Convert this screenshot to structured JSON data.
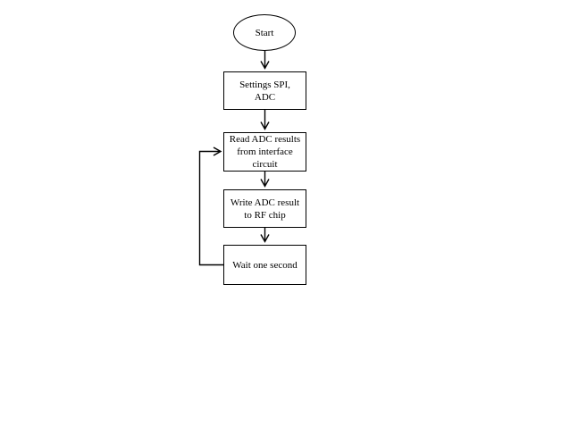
{
  "colors": {
    "line": "#000000",
    "text": "#000000",
    "background": "#ffffff"
  },
  "diagram": {
    "type": "flowchart",
    "nodes": {
      "start": {
        "shape": "ellipse",
        "label": "Start"
      },
      "settings": {
        "shape": "rect",
        "label": "Settings SPI,\nADC"
      },
      "read": {
        "shape": "rect",
        "label": "Read ADC results\nfrom interface\ncircuit"
      },
      "write": {
        "shape": "rect",
        "label": "Write ADC result\nto RF chip"
      },
      "wait": {
        "shape": "rect",
        "label": "Wait one second"
      }
    },
    "edges": [
      {
        "from": "start",
        "to": "settings",
        "kind": "down-arrow"
      },
      {
        "from": "settings",
        "to": "read",
        "kind": "down-arrow"
      },
      {
        "from": "read",
        "to": "write",
        "kind": "down-arrow"
      },
      {
        "from": "write",
        "to": "wait",
        "kind": "down-arrow"
      },
      {
        "from": "wait",
        "to": "read",
        "kind": "loop-back-left"
      }
    ]
  }
}
